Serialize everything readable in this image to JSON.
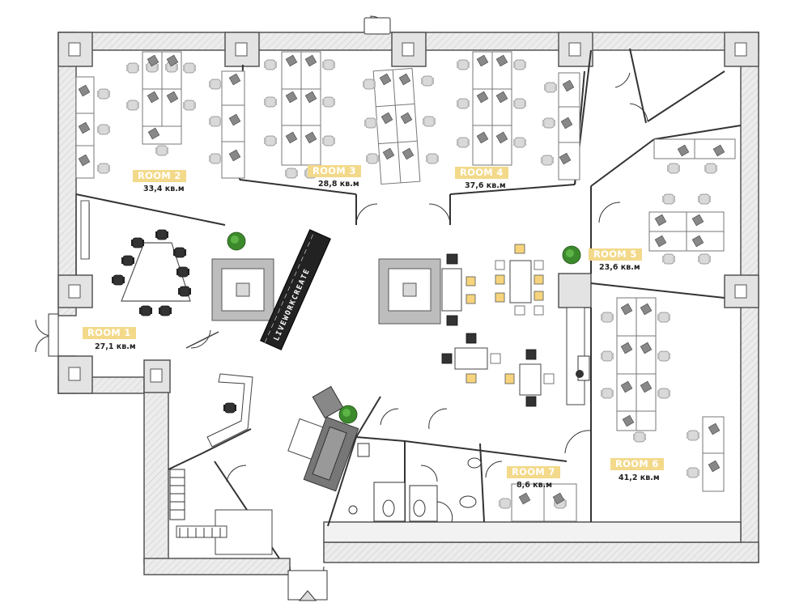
{
  "rooms": [
    {
      "tag": "ROOM 1",
      "area": "27,1 кв.м"
    },
    {
      "tag": "ROOM 2",
      "area": "33,4 кв.м"
    },
    {
      "tag": "ROOM 3",
      "area": "28,8 кв.м"
    },
    {
      "tag": "ROOM 4",
      "area": "37,6 кв.м"
    },
    {
      "tag": "ROOM 5",
      "area": "23,6 кв.м"
    },
    {
      "tag": "ROOM 6",
      "area": "41,2 кв.м"
    },
    {
      "tag": "ROOM 7",
      "area": "8,6 кв.м"
    }
  ],
  "lounge": {
    "brand_text": "LIVEWORKCREATE"
  },
  "colors": {
    "wall_fill": "#e6e6e6",
    "wall_stroke": "#555555",
    "room_tag": "#f3d98a",
    "chair_light": "#d9d9d9",
    "chair_dark": "#333333",
    "accent_yellow": "#f7d47c",
    "plant_green": "#3c8a2c"
  }
}
